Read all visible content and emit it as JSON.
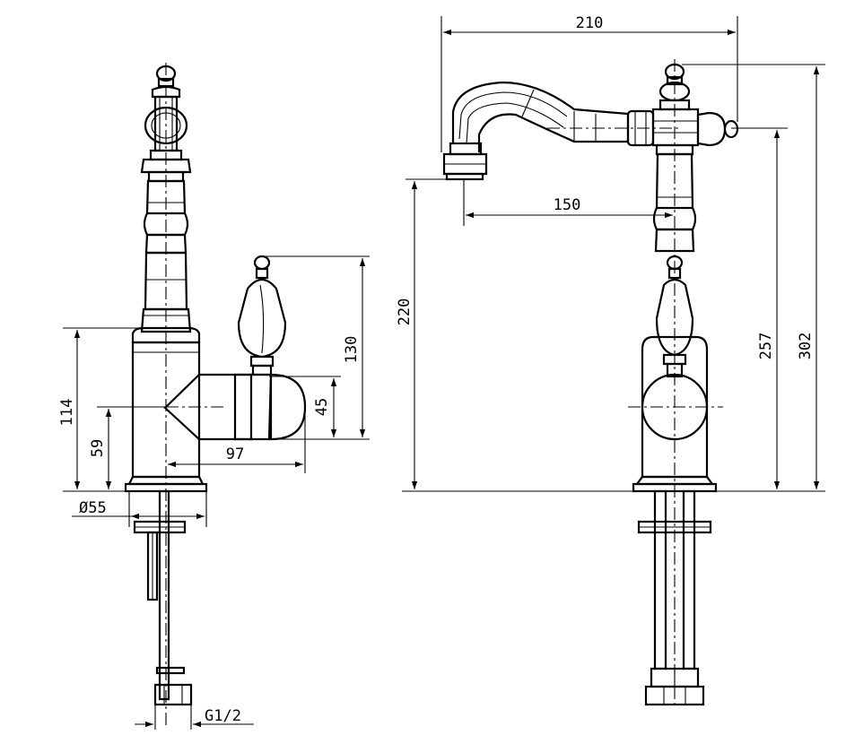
{
  "dimensions": {
    "side_height": "114",
    "side_inlet_height": "59",
    "side_base_diameter": "Ø55",
    "side_handle_reach": "97",
    "side_handle_height": "130",
    "side_handle_offset": "45",
    "side_thread": "G1/2",
    "front_total_width": "210",
    "front_spout_reach": "150",
    "front_spout_height": "220",
    "front_height_257": "257",
    "front_height_302": "302"
  }
}
